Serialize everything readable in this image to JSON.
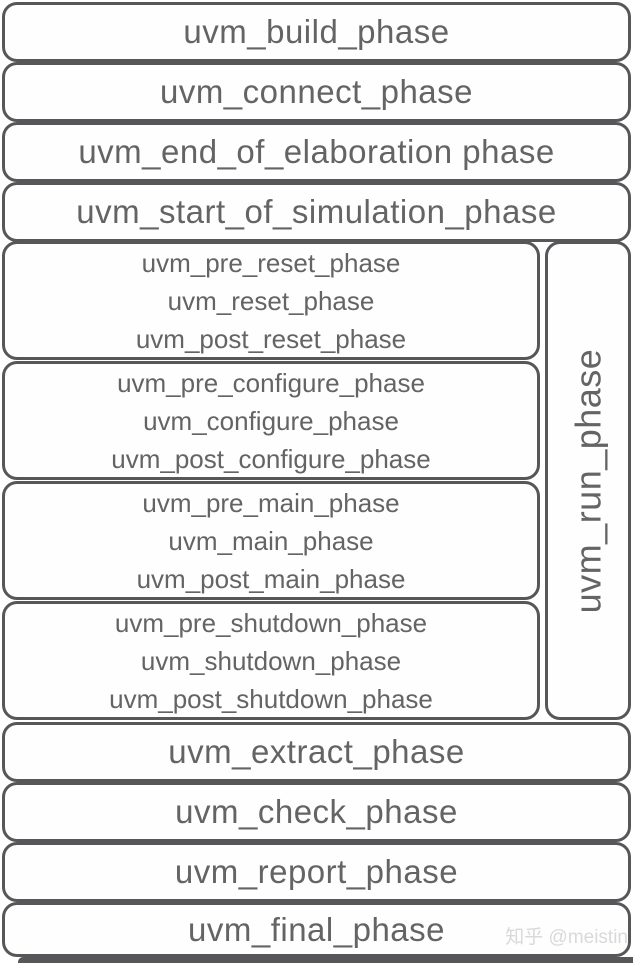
{
  "colors": {
    "border": "#57575a",
    "text": "#646464",
    "watermark": "#d9d9d9",
    "background": "#ffffff"
  },
  "top_phases": [
    "uvm_build_phase",
    "uvm_connect_phase",
    "uvm_end_of_elaboration phase",
    "uvm_start_of_simulation_phase"
  ],
  "run_section": {
    "side_label": "uvm_run_phase",
    "groups": [
      {
        "lines": [
          "uvm_pre_reset_phase",
          "uvm_reset_phase",
          "uvm_post_reset_phase"
        ]
      },
      {
        "lines": [
          "uvm_pre_configure_phase",
          "uvm_configure_phase",
          "uvm_post_configure_phase"
        ]
      },
      {
        "lines": [
          "uvm_pre_main_phase",
          "uvm_main_phase",
          "uvm_post_main_phase"
        ]
      },
      {
        "lines": [
          "uvm_pre_shutdown_phase",
          "uvm_shutdown_phase",
          "uvm_post_shutdown_phase"
        ]
      }
    ]
  },
  "bottom_phases": [
    "uvm_extract_phase",
    "uvm_check_phase",
    "uvm_report_phase",
    "uvm_final_phase"
  ],
  "watermark": "知乎 @meistin"
}
